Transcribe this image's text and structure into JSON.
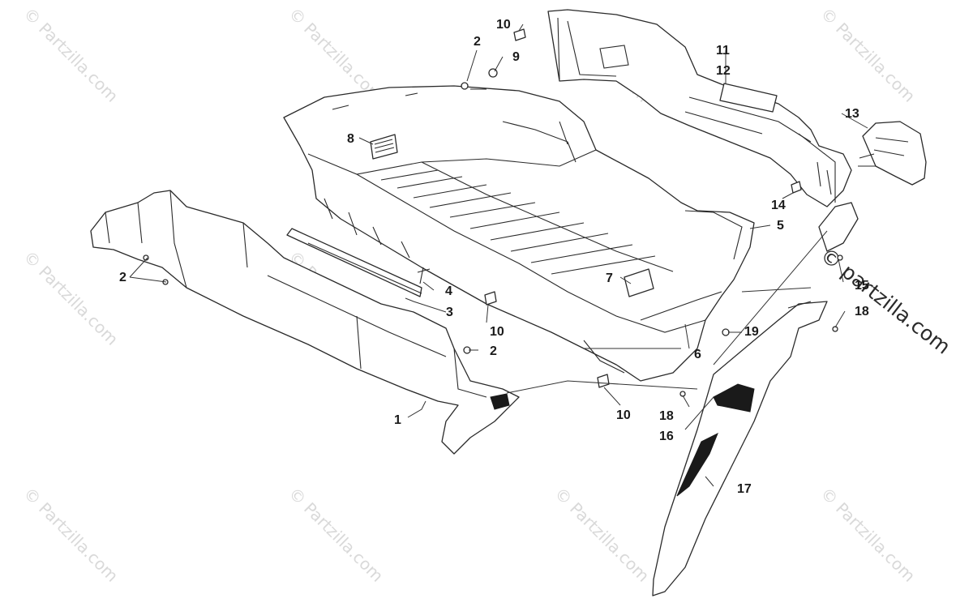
{
  "watermark": "© Partzilla.com",
  "side_watermark": "© partzilla.com",
  "callouts": [
    "1",
    "2",
    "2",
    "2",
    "2",
    "3",
    "4",
    "5",
    "6",
    "7",
    "8",
    "9",
    "10",
    "10",
    "10",
    "10",
    "11",
    "12",
    "13",
    "14",
    "15",
    "16",
    "17",
    "18",
    "18",
    "19"
  ]
}
